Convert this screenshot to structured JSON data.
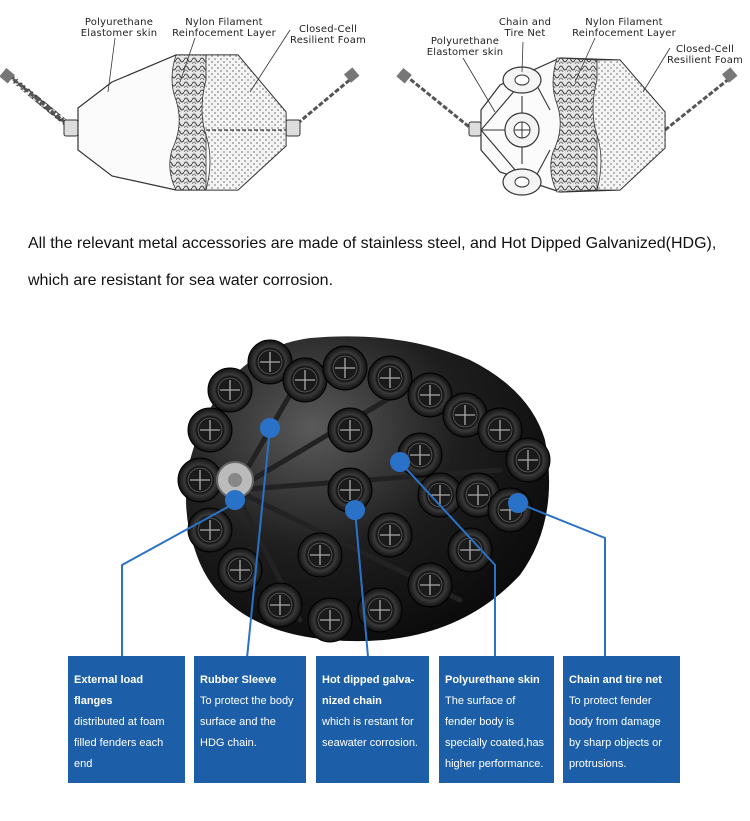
{
  "diagram_left": {
    "labels": {
      "skin": "Polyurethane\nElastomer skin",
      "nylon": "Nylon Filament\nReinfocement Layer",
      "foam": "Closed-Cell\nResilient Foam"
    }
  },
  "diagram_right": {
    "labels": {
      "chain": "Chain and\nTire Net",
      "nylon": "Nylon Filament\nReinfocement Layer",
      "skin": "Polyurethane\nElastomer skin",
      "foam": "Closed-Cell\nResilient Foam"
    }
  },
  "description": {
    "line1": "All the relevant metal accessories are made of stainless steel, and Hot Dipped Galvanized(HDG),",
    "line2": "which are resistant for sea water corrosion."
  },
  "panels": [
    {
      "title": "External load  flanges",
      "body": "distributed at foam filled fenders each end"
    },
    {
      "title": "Rubber Sleeve",
      "body": "To protect the body surface and the HDG chain."
    },
    {
      "title": "Hot dipped galva- nized chain",
      "body": "which is restant for seawater corrosion."
    },
    {
      "title": "Polyurethane skin",
      "body": "The surface of fender body is specially coated,has higher performance."
    },
    {
      "title": "Chain and tire net",
      "body": "To protect fender body from damage by sharp objects or protrusions."
    }
  ],
  "colors": {
    "panel": "#1c5fa8",
    "marker": "#2a72c8"
  }
}
